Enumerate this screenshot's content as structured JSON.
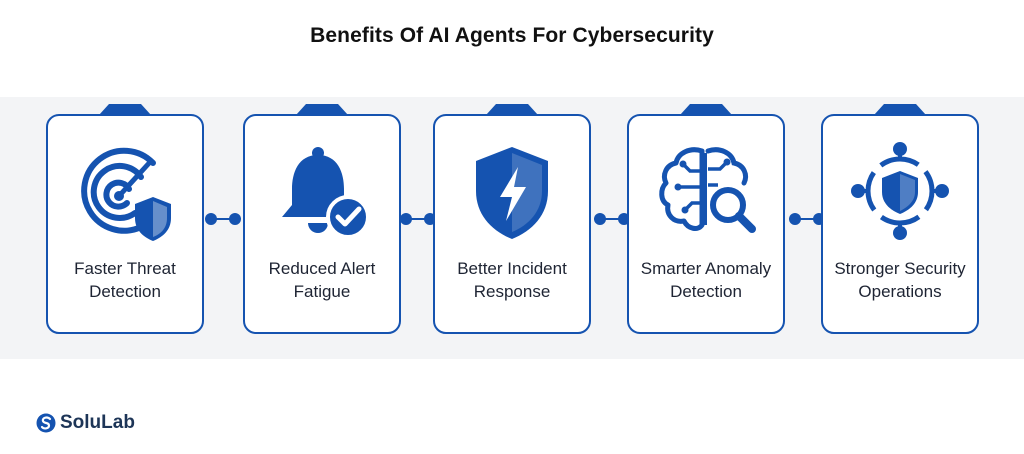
{
  "title": "Benefits Of AI Agents For Cybersecurity",
  "colors": {
    "primary": "#1553b0",
    "text": "#1e2433",
    "band": "#f3f4f6"
  },
  "cards": [
    {
      "label": "Faster Threat Detection",
      "icon": "radar-shield-icon"
    },
    {
      "label": "Reduced Alert Fatigue",
      "icon": "bell-check-icon"
    },
    {
      "label": "Better Incident Response",
      "icon": "shield-lightning-icon"
    },
    {
      "label": "Smarter Anomaly Detection",
      "icon": "brain-search-icon"
    },
    {
      "label": "Stronger Security Operations",
      "icon": "shield-network-icon"
    }
  ],
  "brand": {
    "name": "SoluLab"
  }
}
